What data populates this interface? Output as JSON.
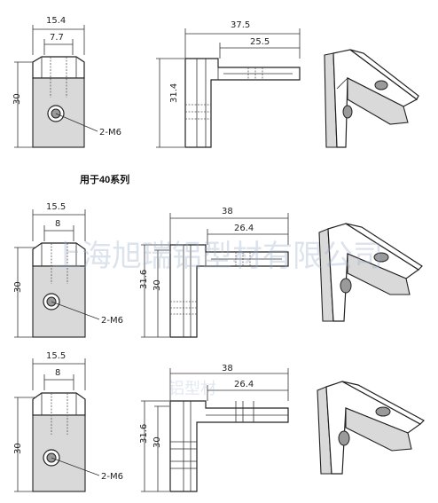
{
  "group_title": "用于40系列",
  "thread_label": "2-M6",
  "watermark": "上海旭瑞铝型材有限公司",
  "watermark_partial": "铝型材",
  "rows": [
    {
      "front": {
        "width": "15.4",
        "slot": "7.7",
        "height": "30"
      },
      "side": {
        "width": "37.5",
        "inner": "25.5",
        "height": "31.4"
      }
    },
    {
      "front": {
        "width": "15.5",
        "slot": "8",
        "height": "30"
      },
      "side": {
        "width": "38",
        "inner": "26.4",
        "height": "31.6",
        "inner_h": "30"
      }
    },
    {
      "front": {
        "width": "15.5",
        "slot": "8",
        "height": "30"
      },
      "side": {
        "width": "38",
        "inner": "26.4",
        "height": "31.6",
        "inner_h": "30"
      }
    }
  ]
}
